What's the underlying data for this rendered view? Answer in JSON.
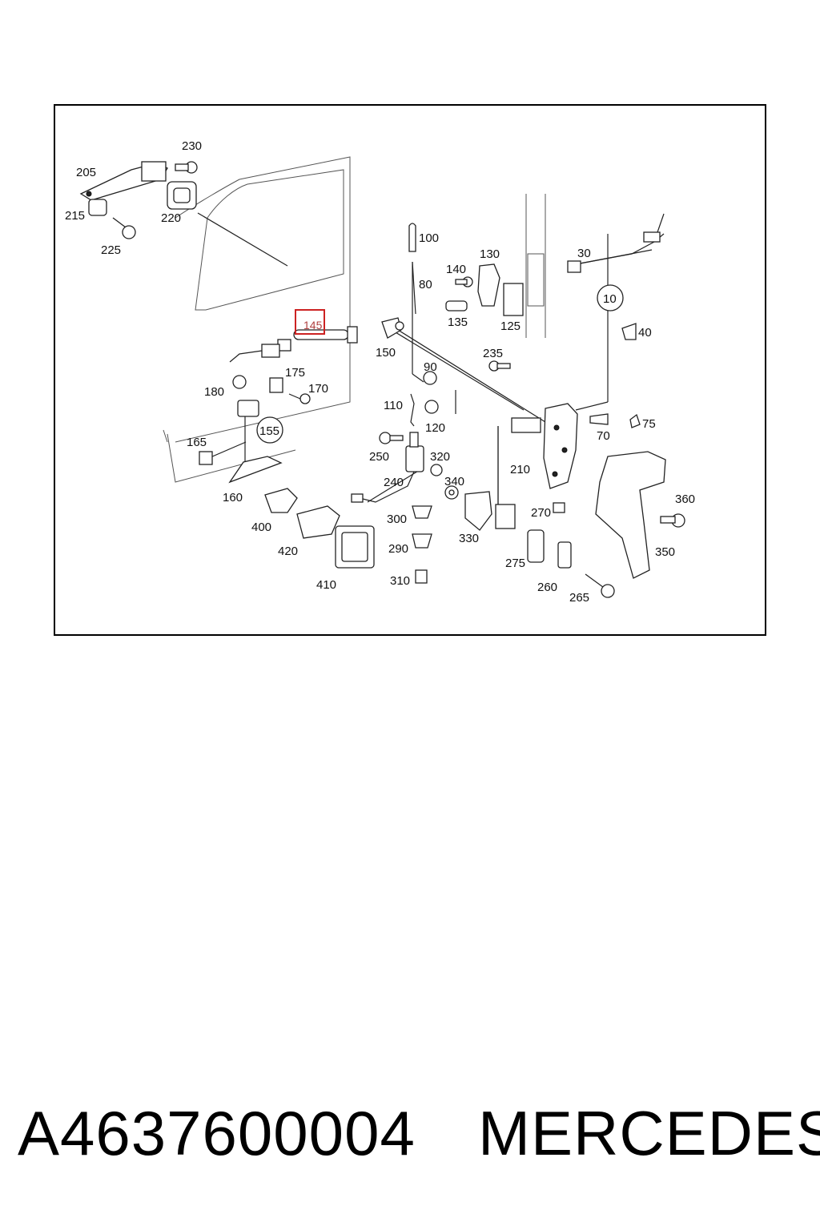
{
  "diagram": {
    "callouts": [
      "230",
      "205",
      "215",
      "220",
      "225",
      "100",
      "130",
      "140",
      "80",
      "135",
      "125",
      "30",
      "10",
      "40",
      "145",
      "150",
      "235",
      "90",
      "110",
      "120",
      "70",
      "75",
      "175",
      "180",
      "170",
      "165",
      "155",
      "160",
      "250",
      "320",
      "340",
      "240",
      "210",
      "360",
      "270",
      "350",
      "400",
      "420",
      "300",
      "330",
      "275",
      "290",
      "410",
      "310",
      "260",
      "265"
    ],
    "highlighted_callout": "145"
  },
  "footer": {
    "part_number": "A4637600004",
    "brand": "MERCEDES"
  },
  "colors": {
    "highlight": "#cc2222",
    "line": "#222222"
  }
}
